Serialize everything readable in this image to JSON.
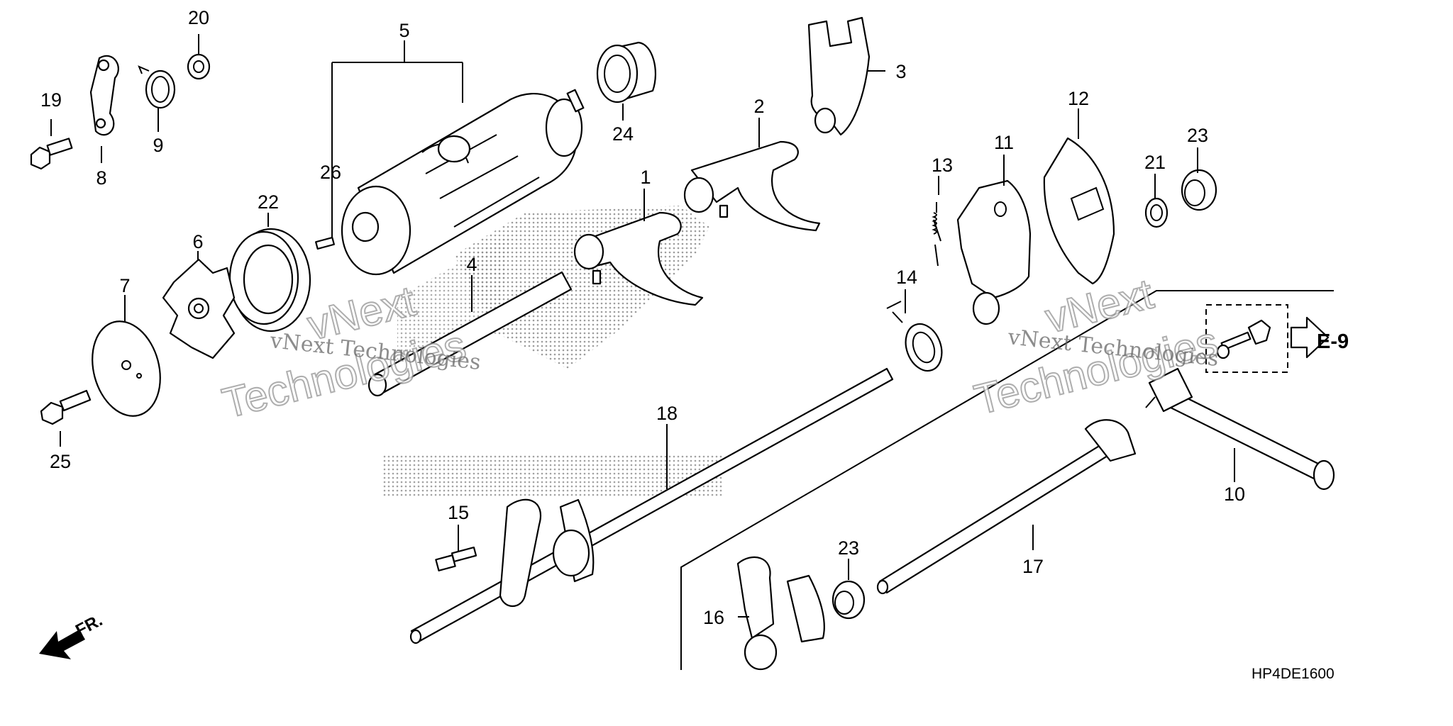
{
  "diagram_code": "HP4DE1600",
  "reference": "E-9",
  "direction_label": "FR.",
  "watermarks": {
    "company_line": "vNext Technologies",
    "big_top": "vNext",
    "big_bottom": "Technologies"
  },
  "callouts": [
    "1",
    "2",
    "3",
    "4",
    "5",
    "6",
    "7",
    "8",
    "9",
    "10",
    "11",
    "12",
    "13",
    "14",
    "15",
    "16",
    "17",
    "18",
    "19",
    "20",
    "21",
    "22",
    "23",
    "24",
    "25",
    "26"
  ],
  "icons": {
    "direction": "arrow-left-down-icon",
    "reference": "arrow-right-outline-icon"
  }
}
